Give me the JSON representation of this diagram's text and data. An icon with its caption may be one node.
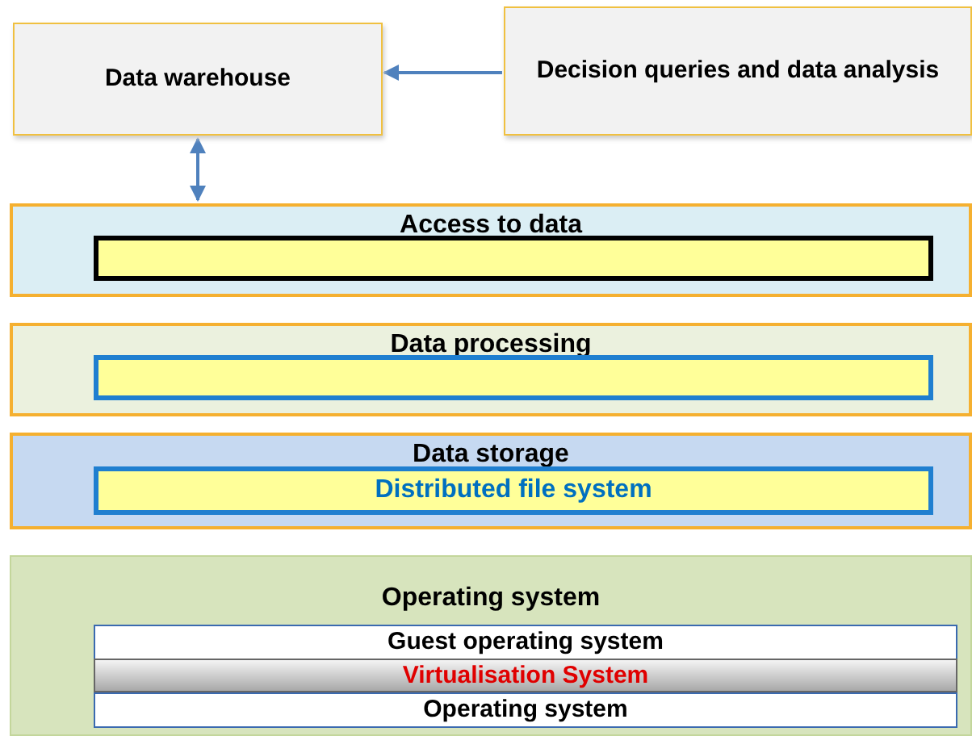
{
  "diagram": {
    "nodes": [
      {
        "text": [
          "Data warehouse"
        ]
      },
      {
        "text": [
          "Decision queries and data analysis"
        ]
      },
      {
        "text": [
          "Access to data"
        ]
      },
      {
        "text": [],
        "shape": "box",
        "in": 2
      },
      {
        "text": [
          "Data processing"
        ]
      },
      {
        "text": [],
        "shape": "box",
        "in": 4
      },
      {
        "text": [
          "Data storage"
        ]
      },
      {
        "text": [
          "Distributed file system"
        ],
        "in": 6
      },
      {
        "text": [
          "Operating system"
        ]
      },
      {
        "text": [
          "Guest operating system"
        ],
        "in": 8
      },
      {
        "text": [
          "Virtualisation System"
        ],
        "in": 8
      },
      {
        "text": [
          "Operating system"
        ],
        "in": 8
      }
    ],
    "edges": [
      {
        "from": 1,
        "to": 0,
        "arrow": "to"
      },
      {
        "from": 0,
        "to": 2,
        "arrow": "both"
      }
    ]
  }
}
